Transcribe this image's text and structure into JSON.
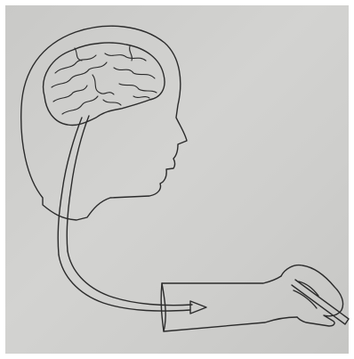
{
  "diagram": {
    "ink_color": "#2b2b2b",
    "paper_color": "#cfcfcd",
    "border_color": "#ffffff",
    "parts": [
      "head-outline",
      "brain",
      "brain-stem",
      "spinal-nerve",
      "arm",
      "arrow",
      "hand",
      "pencil"
    ]
  }
}
